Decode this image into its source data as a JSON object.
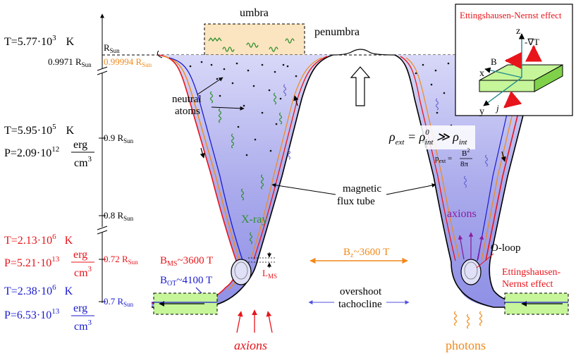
{
  "labels": {
    "umbra": "umbra",
    "penumbra": "penumbra",
    "neutral_atoms_1": "neutral",
    "neutral_atoms_2": "atoms",
    "xray": "X-ray",
    "magnetic_flux_tube_1": "magnetic",
    "magnetic_flux_tube_2": "flux tube",
    "axions_inside": "axions",
    "o_loop": "O-loop",
    "en_effect_1": "Ettingshausen-",
    "en_effect_2": "Nernst effect",
    "bz": "B",
    "bz_sub": "z",
    "bz_value": "~3600 T",
    "bms": "B",
    "bms_sub": "MS",
    "bms_value": "~3600 T",
    "bot": "B",
    "bot_sub": "OT",
    "bot_value": "~4100 T",
    "lms": "L",
    "lms_sub": "MS",
    "overshoot": "overshoot",
    "tachocline": "tachocline",
    "axions_bottom": "axions",
    "photons_bottom": "photons"
  },
  "left_panel": {
    "rows": [
      {
        "T_mant": "T=5.77·10",
        "T_exp": "3",
        "T_unit": "K"
      },
      {
        "T_mant": "T=5.95·10",
        "T_exp": "5",
        "T_unit": "K",
        "P_mant": "P=2.09·10",
        "P_exp": "12"
      },
      {
        "T_mant": "T=2.13·10",
        "T_exp": "6",
        "T_unit": "K",
        "P_mant": "P=5.21·10",
        "P_exp": "13"
      },
      {
        "T_mant": "T=2.38·10",
        "T_exp": "6",
        "T_unit": "K",
        "P_mant": "P=6.53·10",
        "P_exp": "13"
      }
    ],
    "unit_num": "erg",
    "unit_den": "cm",
    "unit_den_exp": "3"
  },
  "radius_labels": {
    "r_sun_top": "R",
    "r_sun_top_sub": "Sun",
    "r_9971": "0.9971 R",
    "r_9971_sub": "Sun",
    "r_99994": "0.99994 R",
    "r_99994_sub": "Sun",
    "r_09": "0.9 R",
    "r_09_sub": "Sun",
    "r_08": "0.8 R",
    "r_08_sub": "Sun",
    "r_072": "0.72 R",
    "r_072_sub": "Sun",
    "r_07": "0.7 R",
    "r_07_sub": "Sun"
  },
  "density": {
    "rho": "ρ",
    "ext_sub": "ext",
    "eq": " = ",
    "rho0": "ρ",
    "int0_sup": "0",
    "int0_sub": "int",
    "gg": " ≫ ",
    "rho2": "ρ",
    "int_sub": "int",
    "pext": "p",
    "pext_sub": "ext",
    "pext_eq": " = ",
    "b2": "B",
    "b2_exp": "2",
    "eight_pi": "8π"
  },
  "inset": {
    "title": "Ettingshausen-Nernst effect",
    "z": "z",
    "x": "x",
    "y": "y",
    "B": "B",
    "gradT": "-∇T",
    "j": "j"
  },
  "colors": {
    "red": "#e8141b",
    "blue": "#1a1ad0",
    "orange": "#f08a1c",
    "purple": "#8a1ea0",
    "green": "#2f8f2f",
    "tube_fill": "#b9b9f0",
    "umbra_fill": "#fbe5c0",
    "box_fill": "#c6f59a",
    "inset_teal": "#1f8a8a"
  }
}
